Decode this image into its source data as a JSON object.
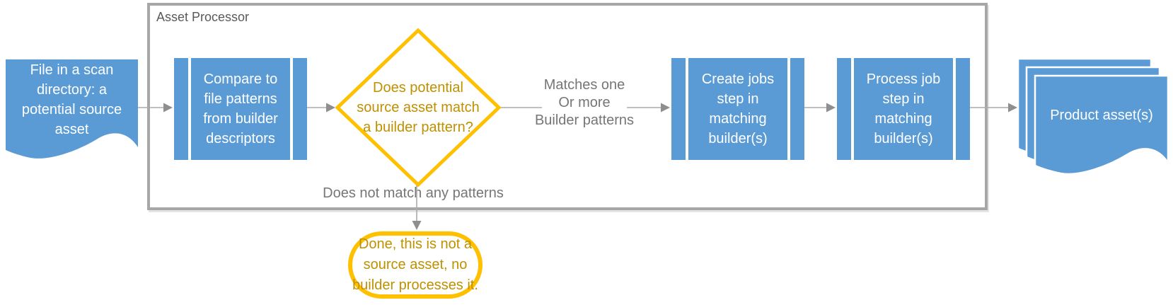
{
  "container": {
    "label": "Asset Processor"
  },
  "nodes": {
    "source_file": {
      "shape": "document",
      "label": "File in a scan\ndirectory: a\npotential source\nasset"
    },
    "compare": {
      "shape": "predefined-process",
      "label": "Compare to\nfile patterns\nfrom builder\ndescriptors"
    },
    "decision": {
      "shape": "decision-diamond",
      "label": "Does potential\nsource asset match\na builder pattern?"
    },
    "create_jobs": {
      "shape": "predefined-process",
      "label": "Create jobs\nstep in\nmatching\nbuilder(s)"
    },
    "process_job": {
      "shape": "predefined-process",
      "label": "Process job\nstep in\nmatching\nbuilder(s)"
    },
    "product_assets": {
      "shape": "stacked-documents",
      "label": "Product asset(s)"
    },
    "done": {
      "shape": "terminator",
      "label": "Done, this is not a\nsource asset, no\nbuilder processes it."
    }
  },
  "edges": [
    {
      "from": "source_file",
      "to": "compare",
      "label": ""
    },
    {
      "from": "compare",
      "to": "decision",
      "label": ""
    },
    {
      "from": "decision",
      "to": "create_jobs",
      "label": "Matches one\nOr more\nBuilder patterns"
    },
    {
      "from": "create_jobs",
      "to": "process_job",
      "label": ""
    },
    {
      "from": "process_job",
      "to": "product_assets",
      "label": ""
    },
    {
      "from": "decision",
      "to": "done",
      "label": "Does not match any patterns"
    }
  ],
  "colors": {
    "node_blue": "#5b9bd5",
    "accent_yellow": "#ffc000",
    "gold_text": "#bf9000",
    "container_border_gray": "#a7a7a7",
    "connector_gray": "#ababab",
    "arrowhead_gray": "#8f8f8f",
    "edge_label_gray": "#767676",
    "title_gray": "#595959"
  }
}
